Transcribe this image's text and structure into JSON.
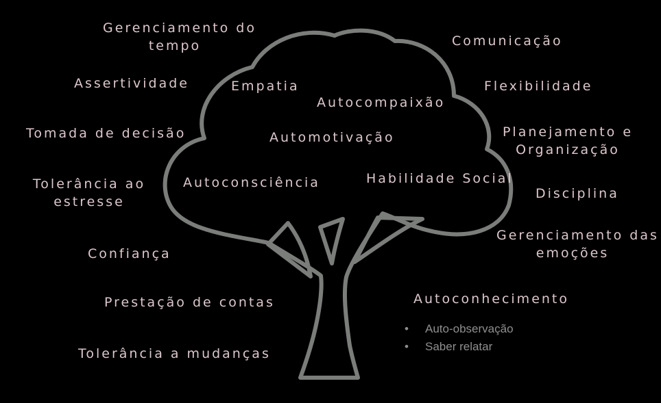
{
  "inner": {
    "empatia": "Empatia",
    "autocompaixao": "Autocompaixão",
    "automotivacao": "Automotivação",
    "autoconsciencia": "Autoconsciência",
    "habilidade_social": "Habilidade Social"
  },
  "left": {
    "gerenciamento_tempo": [
      "Gerenciamento do",
      "tempo"
    ],
    "assertividade": "Assertividade",
    "tomada_decisao": "Tomada de decisão",
    "tolerancia_estresse": [
      "Tolerância ao",
      "estresse"
    ],
    "confianca": "Confiança",
    "prestacao_contas": "Prestação de contas",
    "tolerancia_mudancas": "Tolerância a mudanças"
  },
  "right": {
    "comunicacao": "Comunicação",
    "flexibilidade": "Flexibilidade",
    "planejamento": [
      "Planejamento e",
      "Organização"
    ],
    "disciplina": "Disciplina",
    "gerenciamento_emocoes": [
      "Gerenciamento das",
      "emoções"
    ],
    "autoconhecimento": "Autoconhecimento",
    "autoconhecimento_items": [
      "Auto-observação",
      "Saber relatar"
    ]
  },
  "colors": {
    "text": "#dcc8cc",
    "tree_outline": "#7b7d7b",
    "bullet_text": "#8f8f8f",
    "background": "#000000"
  }
}
